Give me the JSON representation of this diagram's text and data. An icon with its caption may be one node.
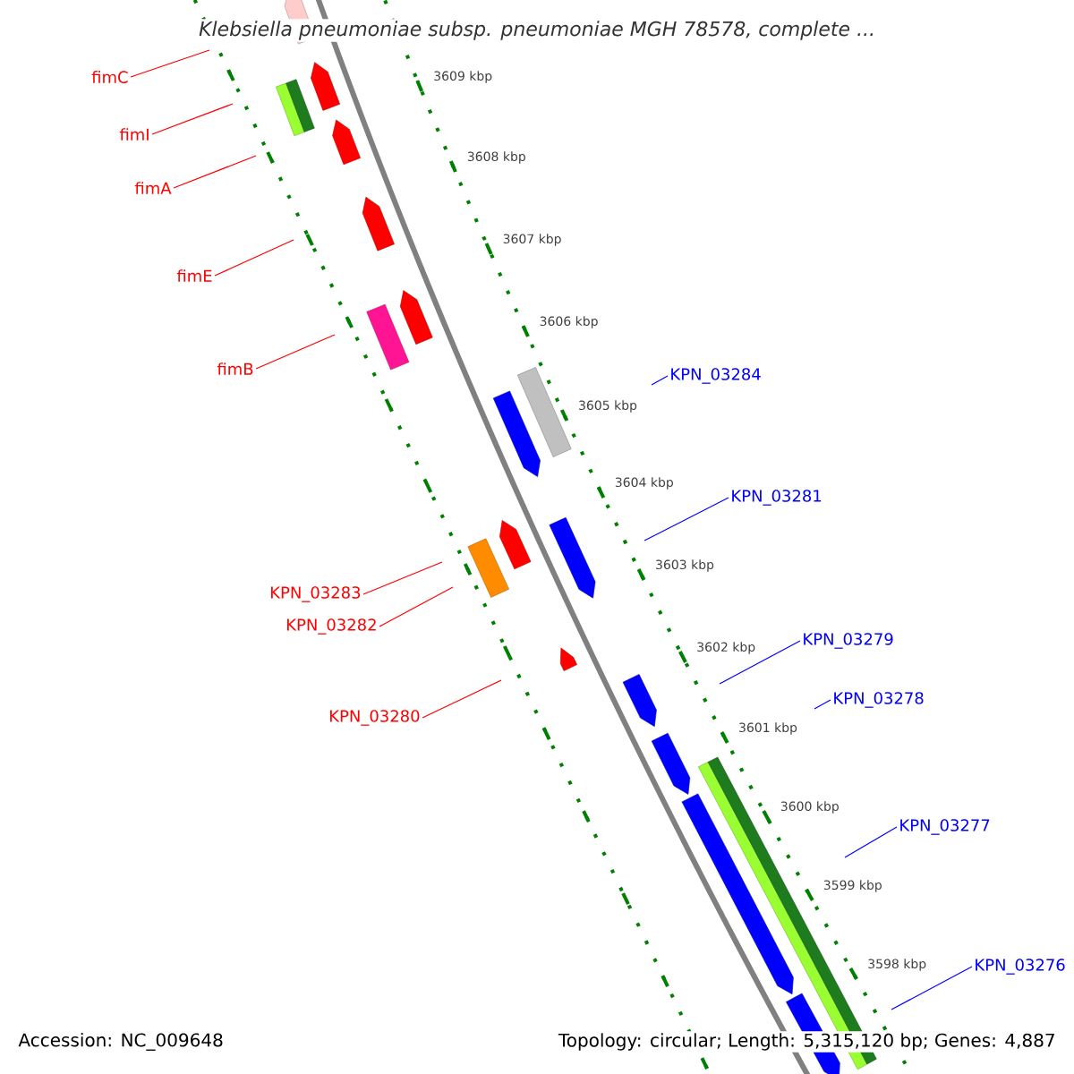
{
  "diagram": {
    "title": "*Klebsiella pneumoniae* *subsp.* *pneumoniae* *MGH 78578, complete ...*",
    "nodes": [
      {
        "text": [
          "fimC"
        ]
      },
      {
        "text": [
          "fimI"
        ]
      },
      {
        "text": [
          "fimA"
        ]
      },
      {
        "text": [
          "fimE"
        ]
      },
      {
        "text": [
          "fimB"
        ]
      },
      {
        "text": [
          "KPN_03283"
        ]
      },
      {
        "text": [
          "KPN_03282"
        ]
      },
      {
        "text": [
          "KPN_03280"
        ]
      },
      {
        "text": [
          "KPN_03284"
        ]
      },
      {
        "text": [
          "KPN_03281"
        ]
      },
      {
        "text": [
          "KPN_03279"
        ]
      },
      {
        "text": [
          "KPN_03278"
        ]
      },
      {
        "text": [
          "KPN_03277"
        ]
      },
      {
        "text": [
          "KPN_03276"
        ]
      }
    ],
    "edges": [
      {
        "from": 0,
        "to": null,
        "arrow": "none"
      },
      {
        "from": 1,
        "to": null,
        "arrow": "none"
      },
      {
        "from": 2,
        "to": null,
        "arrow": "none"
      },
      {
        "from": 3,
        "to": null,
        "arrow": "none"
      },
      {
        "from": 4,
        "to": null,
        "arrow": "none"
      },
      {
        "from": 5,
        "to": null,
        "arrow": "none"
      },
      {
        "from": 6,
        "to": null,
        "arrow": "none"
      },
      {
        "from": 7,
        "to": null,
        "arrow": "none"
      },
      {
        "from": 8,
        "to": null,
        "arrow": "none",
        "color": "#0000ff"
      },
      {
        "from": 9,
        "to": null,
        "arrow": "none",
        "color": "#0000ff"
      },
      {
        "from": 10,
        "to": null,
        "arrow": "none",
        "color": "#0000ff"
      },
      {
        "from": 11,
        "to": null,
        "arrow": "none",
        "color": "#0000ff"
      },
      {
        "from": 12,
        "to": null,
        "arrow": "none",
        "color": "#0000ff"
      },
      {
        "from": 13,
        "to": null,
        "arrow": "none",
        "color": "#0000ff"
      }
    ],
    "labels": [
      "3609 kbp",
      "3608 kbp",
      "3607 kbp",
      "3606 kbp",
      "3605 kbp",
      "3604 kbp",
      "3603 kbp",
      "3602 kbp",
      "3601 kbp",
      "3600 kbp",
      "3599 kbp",
      "3598 kbp",
      "Accession: NC_009648",
      "Topology: circular; Length: 5,315,120 bp; Genes: 4,887"
    ]
  }
}
